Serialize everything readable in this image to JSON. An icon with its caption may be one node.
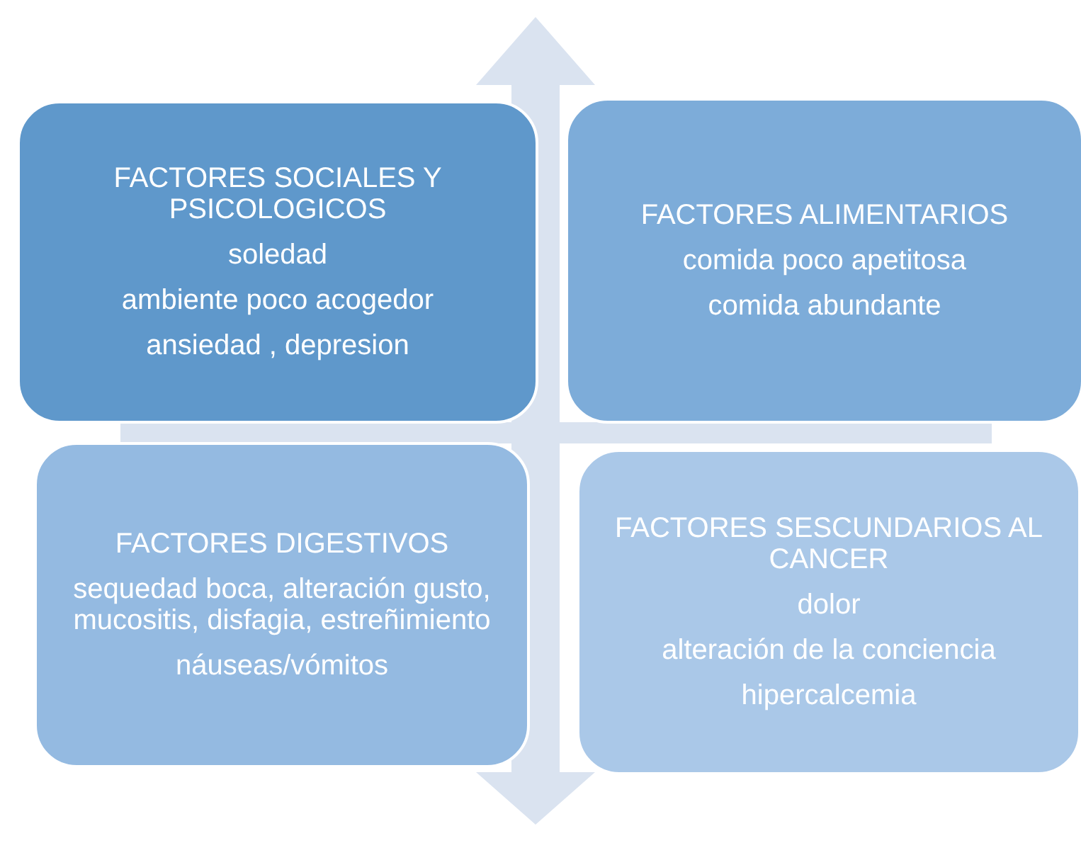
{
  "diagram": {
    "nodes": [
      {
        "text": [
          "FACTORES SOCIALES Y PSICOLOGICOS",
          "soledad",
          "ambiente poco acogedor",
          "ansiedad , depresion"
        ]
      },
      {
        "text": [
          "FACTORES ALIMENTARIOS",
          "comida poco apetitosa",
          "comida abundante"
        ]
      },
      {
        "text": [
          "FACTORES DIGESTIVOS",
          "sequedad boca, alteración gusto, mucositis, disfagia, estreñimiento",
          "náuseas/vómitos"
        ]
      },
      {
        "text": [
          "FACTORES SESCUNDARIOS AL CANCER",
          "dolor",
          "alteración de la conciencia",
          "hipercalcemia"
        ]
      }
    ]
  }
}
